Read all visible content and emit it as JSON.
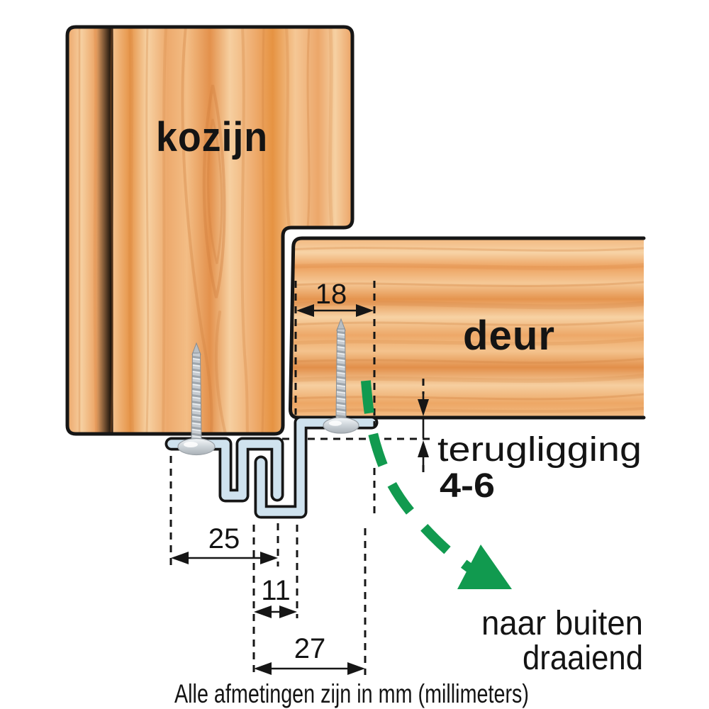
{
  "diagram": {
    "title_note": "Alle afmetingen zijn in mm (millimeters)",
    "labels": {
      "frame": "kozijn",
      "door": "deur",
      "setback_label": "terugligging",
      "setback_value": "4-6",
      "swing_line1": "naar buiten",
      "swing_line2": "draaiend"
    },
    "dimensions": {
      "screw_offset_door_mm": "18",
      "frame_profile_width_mm": "25",
      "hook_gap_mm": "11",
      "door_profile_width_mm": "27",
      "setback_range_mm": "4-6",
      "unit": "mm"
    },
    "parts": [
      "kozijn",
      "deur",
      "frame-weatherstrip-profile",
      "door-weatherstrip-profile",
      "screw",
      "screw"
    ],
    "colors": {
      "outline": "#161616",
      "text": "#141414",
      "accent_green": "#119a4f",
      "profile_fill": "#cfe2ee",
      "wood_light": "#f8d7ab",
      "wood_mid": "#f0b078",
      "wood_dark": "#e08c49"
    }
  }
}
